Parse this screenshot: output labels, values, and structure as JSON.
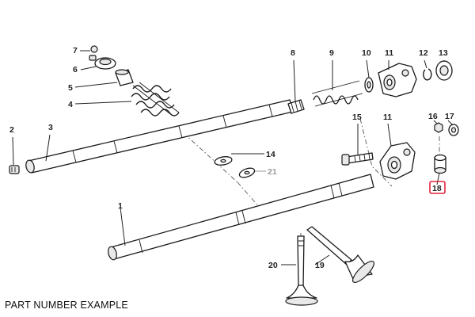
{
  "caption": "PART NUMBER EXAMPLE",
  "highlight_color": "#e0233c",
  "callouts": {
    "c1": "1",
    "c2": "2",
    "c3": "3",
    "c4": "4",
    "c5": "5",
    "c6": "6",
    "c7": "7",
    "c8": "8",
    "c9": "9",
    "c10": "10",
    "c11a": "11",
    "c11b": "11",
    "c12": "12",
    "c13": "13",
    "c14": "14",
    "c15": "15",
    "c16": "16",
    "c17": "17",
    "c18": "18",
    "c19": "19",
    "c20": "20",
    "c21": "21"
  }
}
